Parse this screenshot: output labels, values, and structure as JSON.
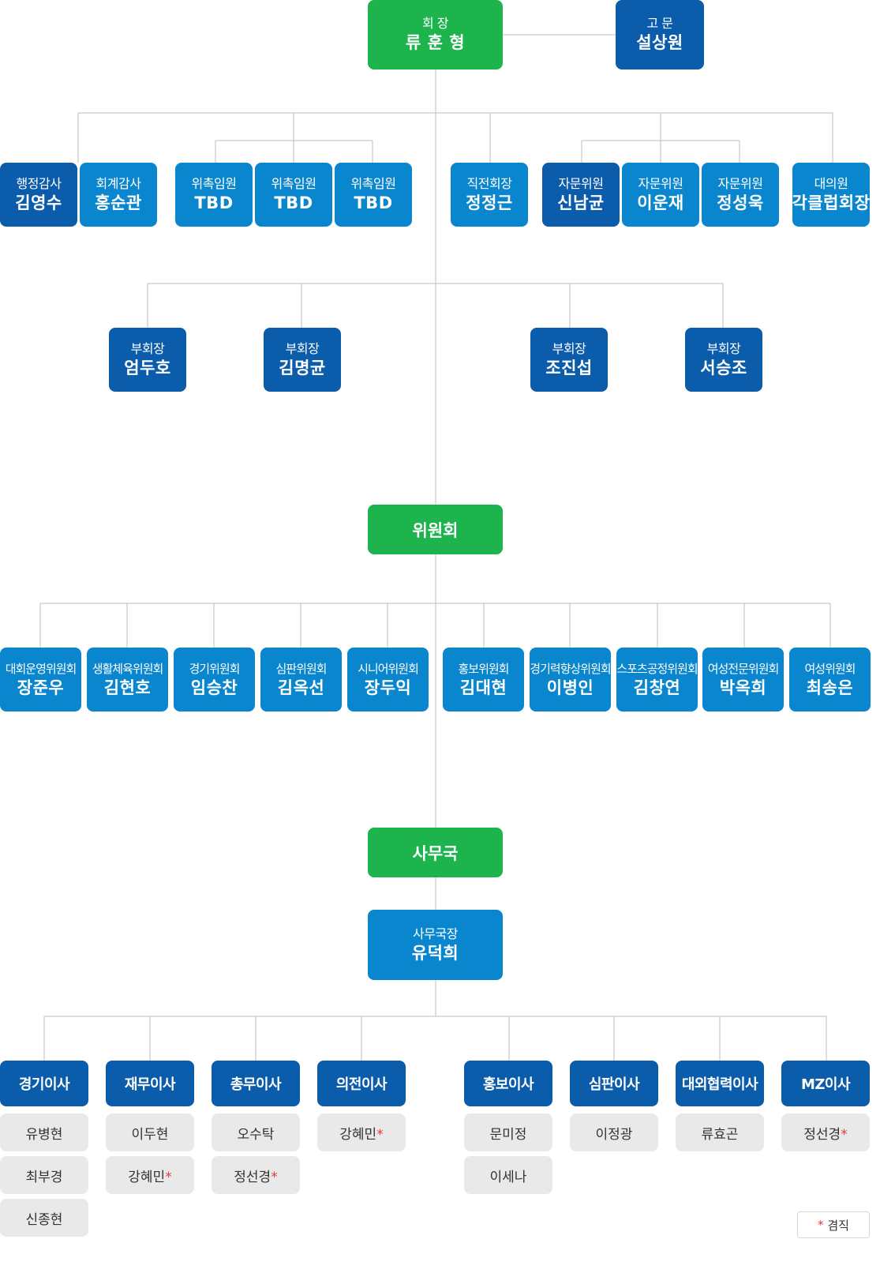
{
  "chairman": {
    "role": "회 장",
    "name": "류 훈 형"
  },
  "advisor": {
    "role": "고 문",
    "name": "설상원"
  },
  "tier1": [
    {
      "role": "행정감사",
      "name": "김영수"
    },
    {
      "role": "회계감사",
      "name": "홍순관"
    },
    {
      "role": "위촉임원",
      "name": "TBD"
    },
    {
      "role": "위촉임원",
      "name": "TBD"
    },
    {
      "role": "위촉임원",
      "name": "TBD"
    },
    {
      "role": "직전회장",
      "name": "정정근"
    },
    {
      "role": "자문위원",
      "name": "신남균"
    },
    {
      "role": "자문위원",
      "name": "이운재"
    },
    {
      "role": "자문위원",
      "name": "정성욱"
    },
    {
      "role": "대의원",
      "name": "각클럽회장"
    }
  ],
  "vice_presidents": [
    {
      "role": "부회장",
      "name": "엄두호"
    },
    {
      "role": "부회장",
      "name": "김명균"
    },
    {
      "role": "부회장",
      "name": "조진섭"
    },
    {
      "role": "부회장",
      "name": "서승조"
    }
  ],
  "committee_label": "위원회",
  "committees": [
    {
      "role": "대회운영위원회",
      "name": "장준우"
    },
    {
      "role": "생활체육위원회",
      "name": "김현호"
    },
    {
      "role": "경기위원회",
      "name": "임승찬"
    },
    {
      "role": "심판위원회",
      "name": "김옥선"
    },
    {
      "role": "시니어위원회",
      "name": "장두익"
    },
    {
      "role": "홍보위원회",
      "name": "김대현"
    },
    {
      "role": "경기력향상위원회",
      "name": "이병인"
    },
    {
      "role": "스포츠공정위원회",
      "name": "김창연"
    },
    {
      "role": "여성전문위원회",
      "name": "박옥희"
    },
    {
      "role": "여성위원회",
      "name": "최송은"
    }
  ],
  "secretariat_label": "사무국",
  "secretary_general": {
    "role": "사무국장",
    "name": "유덕희"
  },
  "directors": [
    {
      "title": "경기이사",
      "members": [
        "유병현",
        "최부경",
        "신종현"
      ]
    },
    {
      "title": "재무이사",
      "members": [
        "이두현",
        "강혜민*"
      ]
    },
    {
      "title": "총무이사",
      "members": [
        "오수탁",
        "정선경*"
      ]
    },
    {
      "title": "의전이사",
      "members": [
        "강혜민*"
      ]
    },
    {
      "title": "홍보이사",
      "members": [
        "문미정",
        "이세나"
      ]
    },
    {
      "title": "심판이사",
      "members": [
        "이정광"
      ]
    },
    {
      "title": "대외협력이사",
      "members": [
        "류효곤"
      ]
    },
    {
      "title": "MZ이사",
      "members": [
        "정선경*"
      ]
    }
  ],
  "legend": {
    "mark": "*",
    "text": "겸직"
  },
  "colors": {
    "green": "#1db44e",
    "navy": "#0b5cab",
    "blue": "#0a86cf",
    "gray_box": "#e9e9e9",
    "line": "#bdbdbd",
    "accent_red": "#e5383b"
  }
}
